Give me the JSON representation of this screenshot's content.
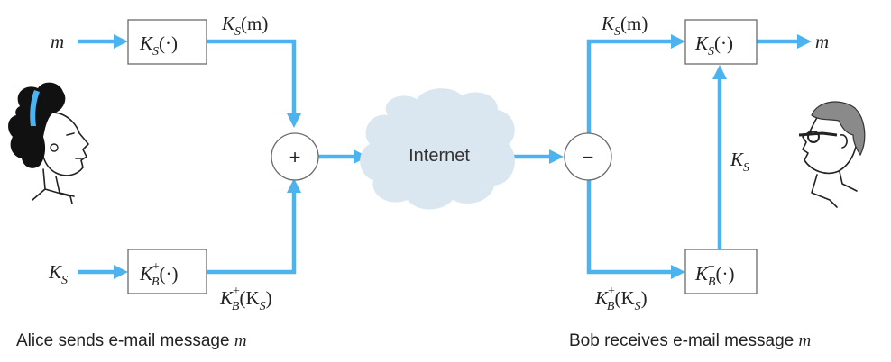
{
  "labels": {
    "alice_input_m": "m",
    "alice_input_ks": "K",
    "alice_input_ks_sub": "S",
    "enc_ks_box_k": "K",
    "enc_ks_box_sub": "S",
    "enc_ks_box_arg": "(·)",
    "enc_ks_out_k": "K",
    "enc_ks_out_sub": "S",
    "enc_ks_out_arg": "(m)",
    "enc_kb_box_k": "K",
    "enc_kb_box_sup": "+",
    "enc_kb_box_sub": "B",
    "enc_kb_box_arg": "(·)",
    "enc_kb_out_k": "K",
    "enc_kb_out_sup": "+",
    "enc_kb_out_sub": "B",
    "enc_kb_out_arg_open": "(K",
    "enc_kb_out_arg_sub": "S",
    "enc_kb_out_arg_close": ")",
    "plus": "+",
    "internet": "Internet",
    "minus": "−",
    "bob_ks_in_k": "K",
    "bob_ks_in_sub": "S",
    "bob_ks_in_arg": "(m)",
    "dec_ks_box_k": "K",
    "dec_ks_box_sub": "S",
    "dec_ks_box_arg": "(·)",
    "bob_output_m": "m",
    "bob_ks_up_k": "K",
    "bob_ks_up_sub": "S",
    "bob_kb_in_k": "K",
    "bob_kb_in_sup": "+",
    "bob_kb_in_sub": "B",
    "bob_kb_in_arg_open": "(K",
    "bob_kb_in_arg_sub": "S",
    "bob_kb_in_arg_close": ")",
    "dec_kb_box_k": "K",
    "dec_kb_box_sup": "−",
    "dec_kb_box_sub": "B",
    "dec_kb_box_arg": "(·)"
  },
  "captions": {
    "alice_text": "Alice sends e-mail message ",
    "alice_m": "m",
    "bob_text": "Bob receives e-mail message ",
    "bob_m": "m"
  },
  "colors": {
    "wire": "#4db3ee",
    "cloud": "#dbe7f0",
    "box_border": "#6b6b6b"
  },
  "icons": [
    "alice-face-icon",
    "bob-face-icon",
    "cloud-icon"
  ]
}
